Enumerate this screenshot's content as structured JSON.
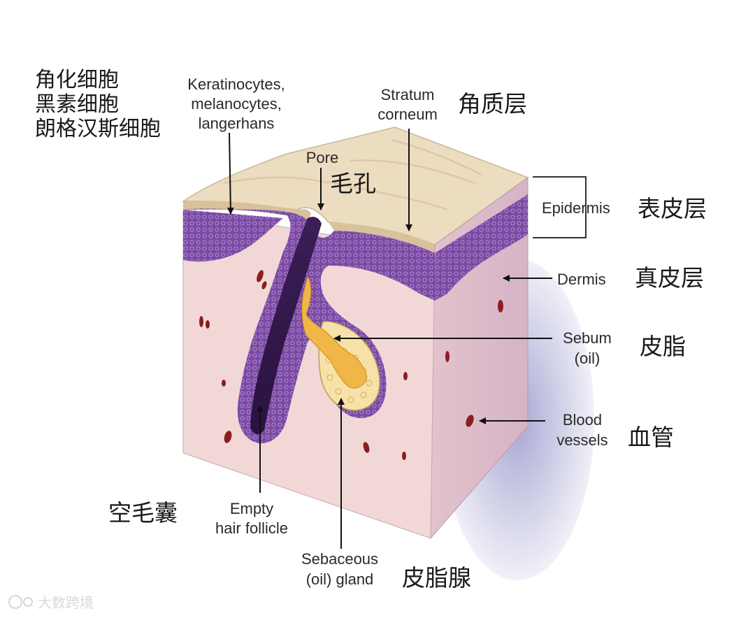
{
  "labels": {
    "cells_zh": [
      "角化细胞",
      "黑素细胞",
      "朗格汉斯细胞"
    ],
    "cells_en": [
      "Keratinocytes,",
      "melanocytes,",
      "langerhans"
    ],
    "stratum_en": [
      "Stratum",
      "corneum"
    ],
    "stratum_zh": "角质层",
    "pore_en": "Pore",
    "pore_zh": "毛孔",
    "epidermis_en": "Epidermis",
    "epidermis_zh": "表皮层",
    "dermis_en": "Dermis",
    "dermis_zh": "真皮层",
    "sebum_en": [
      "Sebum",
      "(oil)"
    ],
    "sebum_zh": "皮脂",
    "blood_en": [
      "Blood",
      "vessels"
    ],
    "blood_zh": "血管",
    "follicle_en": [
      "Empty",
      "hair follicle"
    ],
    "follicle_zh": "空毛囊",
    "gland_en": [
      "Sebaceous",
      "(oil) gland"
    ],
    "gland_zh": "皮脂腺"
  },
  "watermark": "大数跨境",
  "colors": {
    "surface": "#ecdcc0",
    "epidermis": "#6b3f95",
    "dermis": "#f1d8d6",
    "sebum": "#f0b648",
    "vessel": "#8a1e1e"
  }
}
